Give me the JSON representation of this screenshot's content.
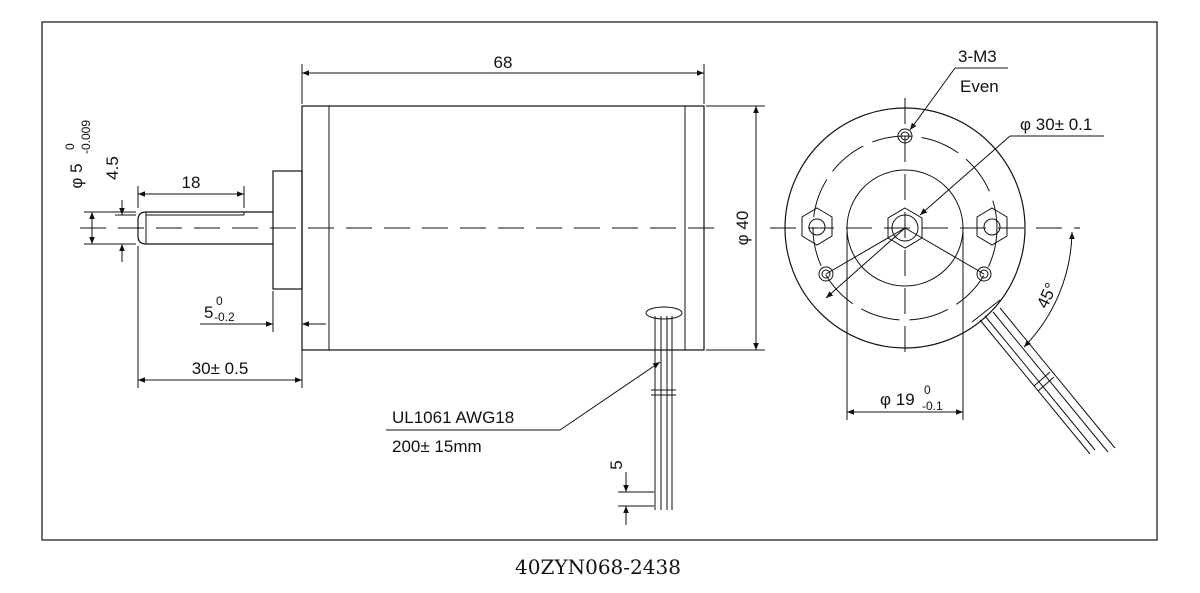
{
  "drawing": {
    "model": "40ZYN068-2438",
    "body_length": "68",
    "body_diameter": "φ 40",
    "shaft_diameter": "φ 5",
    "shaft_tol_upper": "0",
    "shaft_tol_lower": "-0.009",
    "flat_depth": "4.5",
    "flat_length": "18",
    "boss_height": "5",
    "boss_tol_upper": "0",
    "boss_tol_lower": "-0.2",
    "shaft_length": "30± 0.5",
    "screws": "3-M3",
    "screws_note": "Even",
    "bolt_circle": "φ 30± 0.1",
    "pilot_diameter": "φ 19",
    "pilot_tol_upper": "0",
    "pilot_tol_lower": "-0.1",
    "angle": "45°",
    "wire_spec": "UL1061 AWG18",
    "wire_length": "200± 15mm",
    "wire_strip": "5"
  }
}
